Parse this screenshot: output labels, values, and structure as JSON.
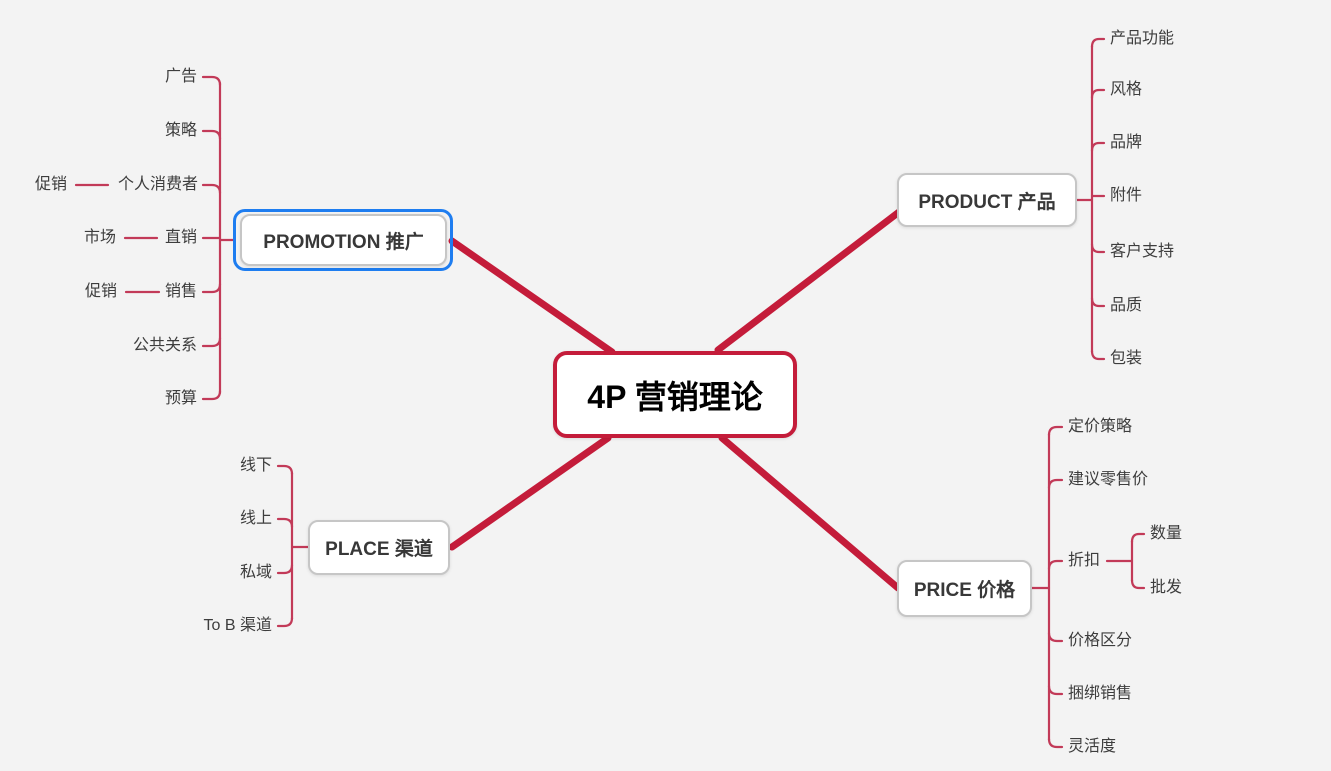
{
  "colors": {
    "background": "#f3f3f3",
    "main_line_red": "#c41c3a",
    "branch_line_red": "#c23a58",
    "selection_blue": "#1e7df0",
    "node_border_gray": "#c6c6c6",
    "node_background": "#ffffff",
    "label_text": "#3d3d3d",
    "central_text": "#000000"
  },
  "central": {
    "label": "4P 营销理论"
  },
  "branches": [
    {
      "label": "PROMOTION 推广",
      "selected": true,
      "items": [
        {
          "label": "广告"
        },
        {
          "label": "策略"
        },
        {
          "label": "个人消费者",
          "children": [
            {
              "label": "促销"
            }
          ]
        },
        {
          "label": "直销",
          "children": [
            {
              "label": "市场"
            }
          ]
        },
        {
          "label": "销售",
          "children": [
            {
              "label": "促销"
            }
          ]
        },
        {
          "label": "公共关系"
        },
        {
          "label": "预算"
        }
      ]
    },
    {
      "label": "PRODUCT 产品",
      "selected": false,
      "items": [
        {
          "label": "产品功能"
        },
        {
          "label": "风格"
        },
        {
          "label": "品牌"
        },
        {
          "label": "附件"
        },
        {
          "label": "客户支持"
        },
        {
          "label": "品质"
        },
        {
          "label": "包装"
        }
      ]
    },
    {
      "label": "PLACE 渠道",
      "selected": false,
      "items": [
        {
          "label": "线下"
        },
        {
          "label": "线上"
        },
        {
          "label": "私域"
        },
        {
          "label": "To B 渠道"
        }
      ]
    },
    {
      "label": "PRICE 价格",
      "selected": false,
      "items": [
        {
          "label": "定价策略"
        },
        {
          "label": "建议零售价"
        },
        {
          "label": "折扣",
          "children": [
            {
              "label": "数量"
            },
            {
              "label": "批发"
            }
          ]
        },
        {
          "label": "价格区分"
        },
        {
          "label": "捆绑销售"
        },
        {
          "label": "灵活度"
        }
      ]
    }
  ]
}
